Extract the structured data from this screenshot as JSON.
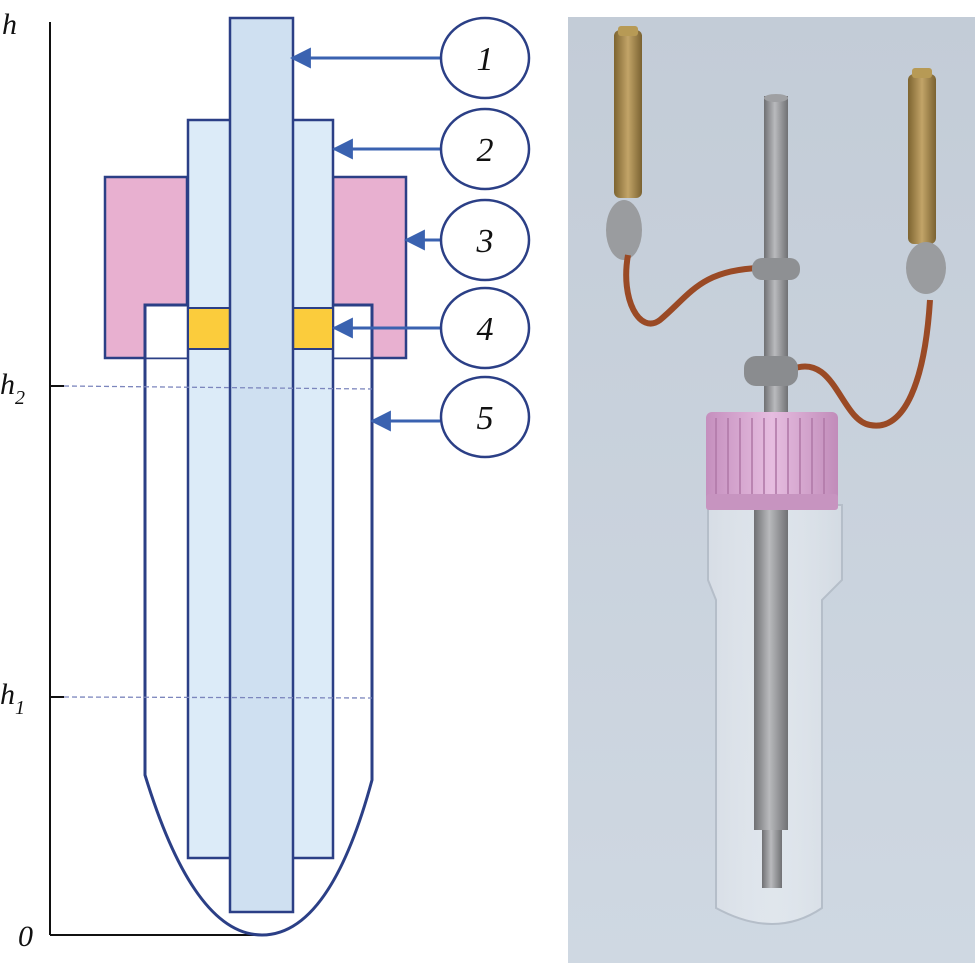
{
  "axis": {
    "top_label": "h",
    "h2_label": "h",
    "h2_sub": "2",
    "h1_label": "h",
    "h1_sub": "1",
    "zero_label": "0"
  },
  "callouts": [
    {
      "number": "1",
      "part": "central rod"
    },
    {
      "number": "2",
      "part": "inner tube"
    },
    {
      "number": "3",
      "part": "cap"
    },
    {
      "number": "4",
      "part": "spacer rings"
    },
    {
      "number": "5",
      "part": "outer vial"
    }
  ],
  "colors": {
    "outline": "#2b3f86",
    "rod": "#cfe0f1",
    "tube": "#dcebf8",
    "cap": "#e8b0d0",
    "spacer": "#fbcc3c",
    "arrow": "#3a62b0",
    "dashed": "#7c86bd",
    "photo_bg": "#c7d1dc",
    "cap_photo": "#d9a8d2",
    "metal": "#8d8e90",
    "copper": "#9a4a25",
    "brass": "#a8894a"
  }
}
